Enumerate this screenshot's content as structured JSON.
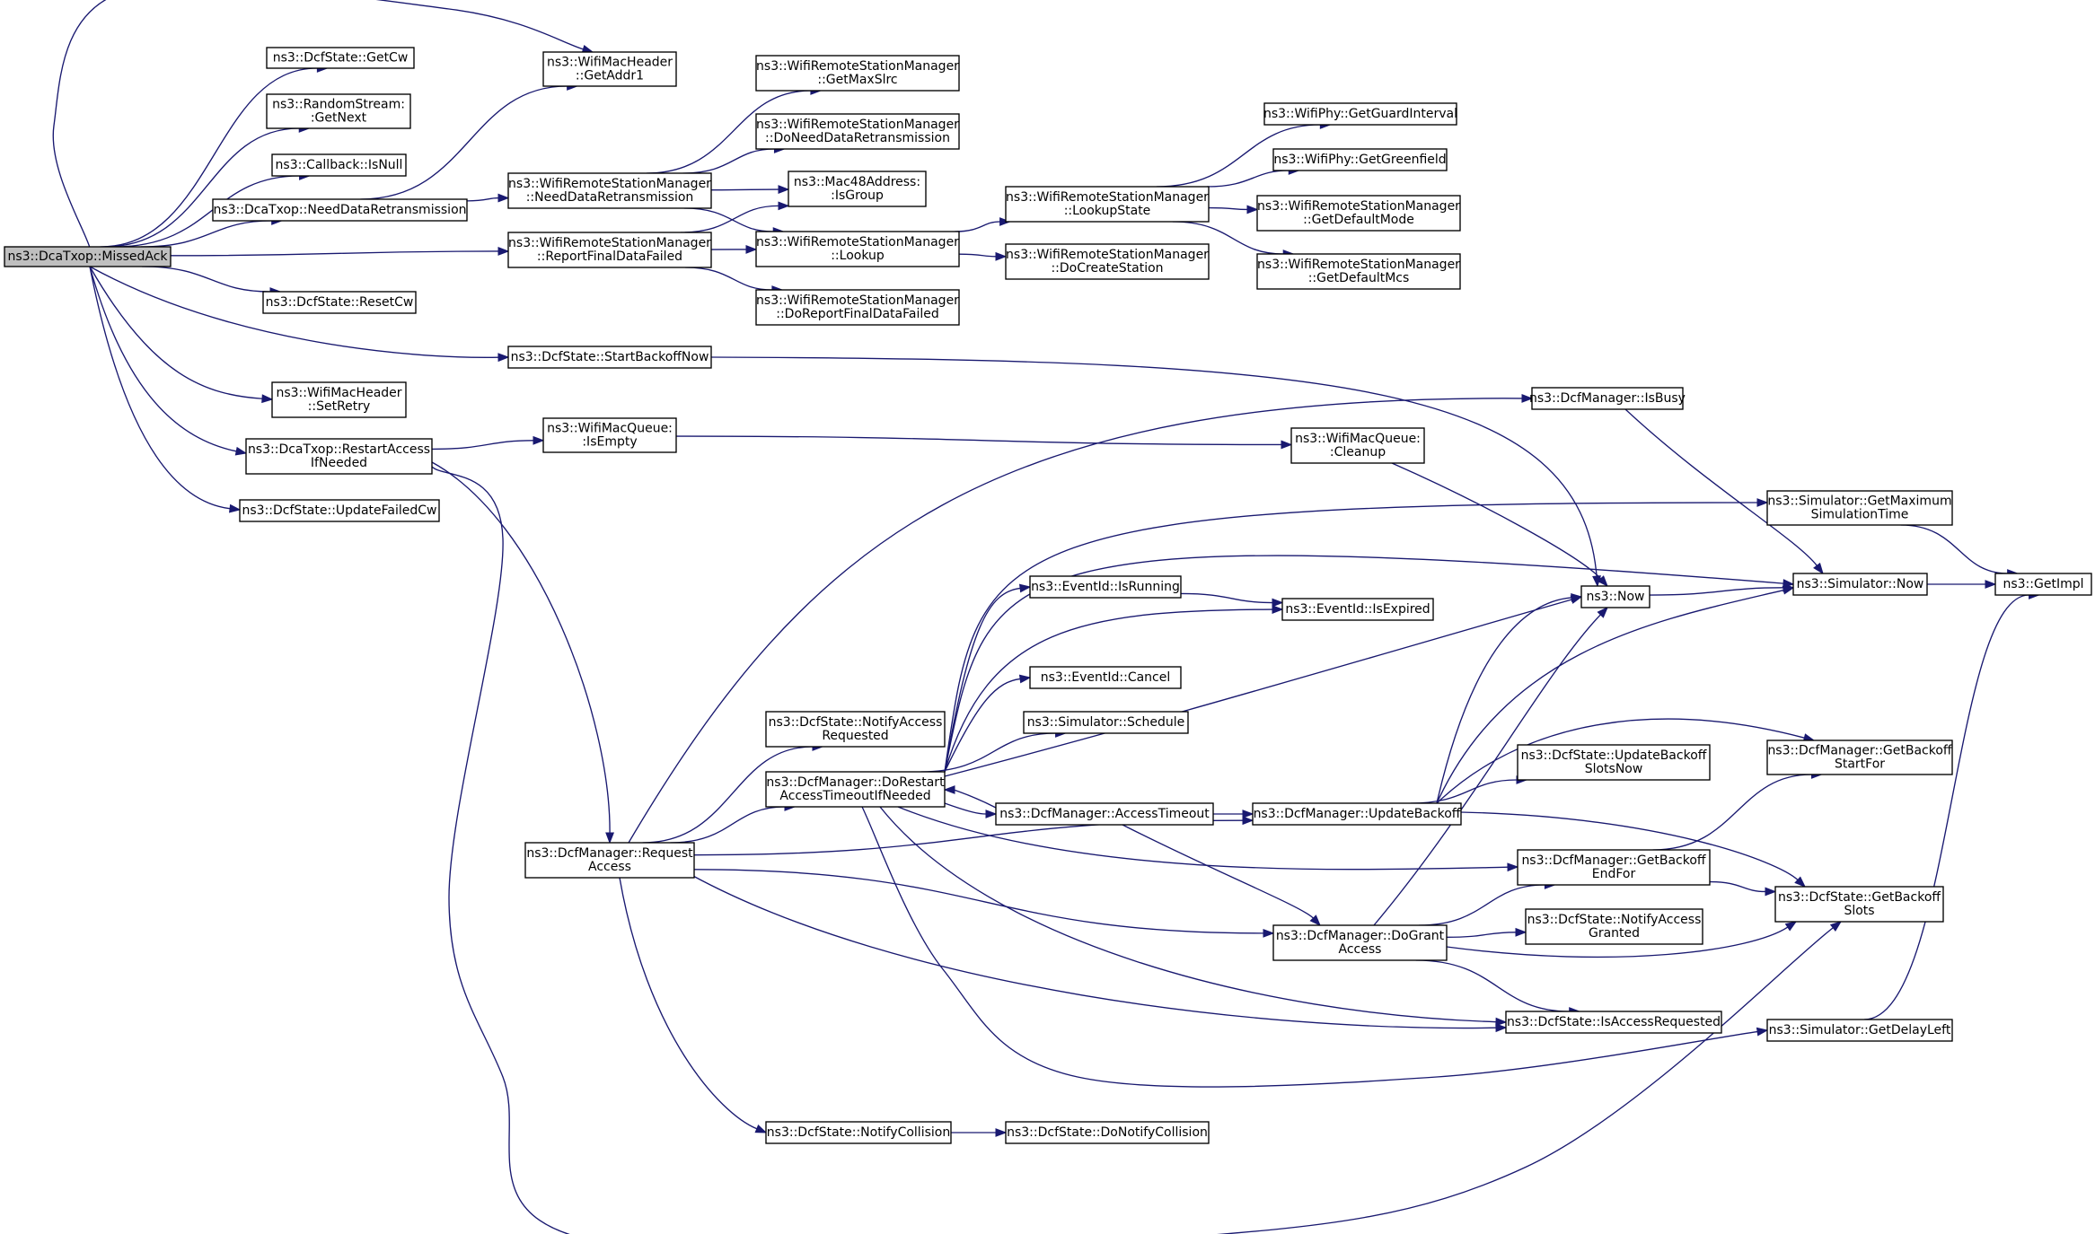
{
  "graph": {
    "nodes": [
      {
        "id": "missedack",
        "lines": [
          "ns3::DcaTxop::MissedAck"
        ],
        "style": "root"
      },
      {
        "id": "getcw",
        "lines": [
          "ns3::DcfState::GetCw"
        ],
        "style": "normal"
      },
      {
        "id": "getaddr1",
        "lines": [
          "ns3::WifiMacHeader",
          "::GetAddr1"
        ],
        "style": "normal"
      },
      {
        "id": "getnext",
        "lines": [
          "ns3::RandomStream:",
          ":GetNext"
        ],
        "style": "normal"
      },
      {
        "id": "isnull",
        "lines": [
          "ns3::Callback::IsNull"
        ],
        "style": "normal"
      },
      {
        "id": "needdataretx",
        "lines": [
          "ns3::DcaTxop::NeedDataRetransmission"
        ],
        "style": "normal"
      },
      {
        "id": "wrsm_needdataretx",
        "lines": [
          "ns3::WifiRemoteStationManager",
          "::NeedDataRetransmission"
        ],
        "style": "normal"
      },
      {
        "id": "reportfinaldatafailed",
        "lines": [
          "ns3::WifiRemoteStationManager",
          "::ReportFinalDataFailed"
        ],
        "style": "normal"
      },
      {
        "id": "getmaxslrc",
        "lines": [
          "ns3::WifiRemoteStationManager",
          "::GetMaxSlrc"
        ],
        "style": "normal"
      },
      {
        "id": "doneeddataretx",
        "lines": [
          "ns3::WifiRemoteStationManager",
          "::DoNeedDataRetransmission"
        ],
        "style": "normal"
      },
      {
        "id": "isgroup",
        "lines": [
          "ns3::Mac48Address:",
          ":IsGroup"
        ],
        "style": "normal"
      },
      {
        "id": "lookup",
        "lines": [
          "ns3::WifiRemoteStationManager",
          "::Lookup"
        ],
        "style": "normal"
      },
      {
        "id": "doreportfinal",
        "lines": [
          "ns3::WifiRemoteStationManager",
          "::DoReportFinalDataFailed"
        ],
        "style": "normal"
      },
      {
        "id": "lookupstate",
        "lines": [
          "ns3::WifiRemoteStationManager",
          "::LookupState"
        ],
        "style": "normal"
      },
      {
        "id": "docreatestation",
        "lines": [
          "ns3::WifiRemoteStationManager",
          "::DoCreateStation"
        ],
        "style": "normal"
      },
      {
        "id": "getguardinterval",
        "lines": [
          "ns3::WifiPhy::GetGuardInterval"
        ],
        "style": "normal"
      },
      {
        "id": "getgreenfield",
        "lines": [
          "ns3::WifiPhy::GetGreenfield"
        ],
        "style": "normal"
      },
      {
        "id": "getdefaultmode",
        "lines": [
          "ns3::WifiRemoteStationManager",
          "::GetDefaultMode"
        ],
        "style": "normal"
      },
      {
        "id": "getdefaultmcs",
        "lines": [
          "ns3::WifiRemoteStationManager",
          "::GetDefaultMcs"
        ],
        "style": "normal"
      },
      {
        "id": "resetcw",
        "lines": [
          "ns3::DcfState::ResetCw"
        ],
        "style": "normal"
      },
      {
        "id": "startbackoffnow",
        "lines": [
          "ns3::DcfState::StartBackoffNow"
        ],
        "style": "normal"
      },
      {
        "id": "setretry",
        "lines": [
          "ns3::WifiMacHeader",
          "::SetRetry"
        ],
        "style": "normal"
      },
      {
        "id": "restartaccess",
        "lines": [
          "ns3::DcaTxop::RestartAccess",
          "IfNeeded"
        ],
        "style": "normal"
      },
      {
        "id": "updatefailedcw",
        "lines": [
          "ns3::DcfState::UpdateFailedCw"
        ],
        "style": "normal"
      },
      {
        "id": "isempty",
        "lines": [
          "ns3::WifiMacQueue:",
          ":IsEmpty"
        ],
        "style": "normal"
      },
      {
        "id": "cleanup",
        "lines": [
          "ns3::WifiMacQueue:",
          ":Cleanup"
        ],
        "style": "normal"
      },
      {
        "id": "isbusy",
        "lines": [
          "ns3::DcfManager::IsBusy"
        ],
        "style": "normal"
      },
      {
        "id": "getmaxsimtime",
        "lines": [
          "ns3::Simulator::GetMaximum",
          "SimulationTime"
        ],
        "style": "truncated"
      },
      {
        "id": "now",
        "lines": [
          "ns3::Now"
        ],
        "style": "normal"
      },
      {
        "id": "simnow",
        "lines": [
          "ns3::Simulator::Now"
        ],
        "style": "truncated"
      },
      {
        "id": "getimpl",
        "lines": [
          "ns3::GetImpl"
        ],
        "style": "truncated"
      },
      {
        "id": "isrunning",
        "lines": [
          "ns3::EventId::IsRunning"
        ],
        "style": "normal"
      },
      {
        "id": "isexpired",
        "lines": [
          "ns3::EventId::IsExpired"
        ],
        "style": "normal"
      },
      {
        "id": "cancel",
        "lines": [
          "ns3::EventId::Cancel"
        ],
        "style": "normal"
      },
      {
        "id": "schedule",
        "lines": [
          "ns3::Simulator::Schedule"
        ],
        "style": "truncated"
      },
      {
        "id": "notifyaccessrequested",
        "lines": [
          "ns3::DcfState::NotifyAccess",
          "Requested"
        ],
        "style": "normal"
      },
      {
        "id": "dorestart",
        "lines": [
          "ns3::DcfManager::DoRestart",
          "AccessTimeoutIfNeeded"
        ],
        "style": "normal"
      },
      {
        "id": "accesstimeout",
        "lines": [
          "ns3::DcfManager::AccessTimeout"
        ],
        "style": "normal"
      },
      {
        "id": "updatebackoff",
        "lines": [
          "ns3::DcfManager::UpdateBackoff"
        ],
        "style": "normal"
      },
      {
        "id": "updatebackoffslotsnow",
        "lines": [
          "ns3::DcfState::UpdateBackoff",
          "SlotsNow"
        ],
        "style": "normal"
      },
      {
        "id": "getbackoffstartfor",
        "lines": [
          "ns3::DcfManager::GetBackoff",
          "StartFor"
        ],
        "style": "truncated"
      },
      {
        "id": "requestaccess",
        "lines": [
          "ns3::DcfManager::Request",
          "Access"
        ],
        "style": "normal"
      },
      {
        "id": "getbackoffendfor",
        "lines": [
          "ns3::DcfManager::GetBackoff",
          "EndFor"
        ],
        "style": "normal"
      },
      {
        "id": "getbackoffslots",
        "lines": [
          "ns3::DcfState::GetBackoff",
          "Slots"
        ],
        "style": "normal"
      },
      {
        "id": "dogrant",
        "lines": [
          "ns3::DcfManager::DoGrant",
          "Access"
        ],
        "style": "normal"
      },
      {
        "id": "notifyaccessgranted",
        "lines": [
          "ns3::DcfState::NotifyAccess",
          "Granted"
        ],
        "style": "truncated"
      },
      {
        "id": "isaccessrequested",
        "lines": [
          "ns3::DcfState::IsAccessRequested"
        ],
        "style": "normal"
      },
      {
        "id": "getdelayleft",
        "lines": [
          "ns3::Simulator::GetDelayLeft"
        ],
        "style": "truncated"
      },
      {
        "id": "notifycollision",
        "lines": [
          "ns3::DcfState::NotifyCollision"
        ],
        "style": "normal"
      },
      {
        "id": "donotifycollision",
        "lines": [
          "ns3::DcfState::DoNotifyCollision"
        ],
        "style": "normal"
      }
    ],
    "edges": [
      [
        "missedack",
        "getcw"
      ],
      [
        "missedack",
        "getaddr1"
      ],
      [
        "missedack",
        "getnext"
      ],
      [
        "missedack",
        "isnull"
      ],
      [
        "missedack",
        "needdataretx"
      ],
      [
        "missedack",
        "reportfinaldatafailed"
      ],
      [
        "missedack",
        "resetcw"
      ],
      [
        "missedack",
        "startbackoffnow"
      ],
      [
        "missedack",
        "setretry"
      ],
      [
        "missedack",
        "restartaccess"
      ],
      [
        "missedack",
        "updatefailedcw"
      ],
      [
        "needdataretx",
        "getaddr1"
      ],
      [
        "needdataretx",
        "wrsm_needdataretx"
      ],
      [
        "wrsm_needdataretx",
        "getmaxslrc"
      ],
      [
        "wrsm_needdataretx",
        "doneeddataretx"
      ],
      [
        "wrsm_needdataretx",
        "isgroup"
      ],
      [
        "wrsm_needdataretx",
        "lookup"
      ],
      [
        "reportfinaldatafailed",
        "isgroup"
      ],
      [
        "reportfinaldatafailed",
        "lookup"
      ],
      [
        "reportfinaldatafailed",
        "doreportfinal"
      ],
      [
        "lookup",
        "lookupstate"
      ],
      [
        "lookup",
        "docreatestation"
      ],
      [
        "lookupstate",
        "getguardinterval"
      ],
      [
        "lookupstate",
        "getgreenfield"
      ],
      [
        "lookupstate",
        "getdefaultmode"
      ],
      [
        "lookupstate",
        "getdefaultmcs"
      ],
      [
        "startbackoffnow",
        "now"
      ],
      [
        "restartaccess",
        "isempty"
      ],
      [
        "restartaccess",
        "requestaccess"
      ],
      [
        "restartaccess",
        "getbackoffslots"
      ],
      [
        "isempty",
        "cleanup"
      ],
      [
        "cleanup",
        "now"
      ],
      [
        "isbusy",
        "simnow"
      ],
      [
        "getmaxsimtime",
        "getimpl"
      ],
      [
        "now",
        "simnow"
      ],
      [
        "simnow",
        "getimpl"
      ],
      [
        "getdelayleft",
        "getimpl"
      ],
      [
        "isrunning",
        "isexpired"
      ],
      [
        "dorestart",
        "getmaxsimtime"
      ],
      [
        "dorestart",
        "simnow"
      ],
      [
        "dorestart",
        "isrunning"
      ],
      [
        "dorestart",
        "isexpired"
      ],
      [
        "dorestart",
        "cancel"
      ],
      [
        "dorestart",
        "schedule"
      ],
      [
        "dorestart",
        "now"
      ],
      [
        "dorestart",
        "accesstimeout"
      ],
      [
        "dorestart",
        "getbackoffendfor"
      ],
      [
        "dorestart",
        "isaccessrequested"
      ],
      [
        "dorestart",
        "getdelayleft"
      ],
      [
        "accesstimeout",
        "dorestart"
      ],
      [
        "accesstimeout",
        "updatebackoff"
      ],
      [
        "accesstimeout",
        "dogrant"
      ],
      [
        "updatebackoff",
        "now"
      ],
      [
        "updatebackoff",
        "simnow"
      ],
      [
        "updatebackoff",
        "updatebackoffslotsnow"
      ],
      [
        "updatebackoff",
        "getbackoffstartfor"
      ],
      [
        "updatebackoff",
        "getbackoffslots"
      ],
      [
        "getbackoffendfor",
        "getbackoffstartfor"
      ],
      [
        "getbackoffendfor",
        "getbackoffslots"
      ],
      [
        "requestaccess",
        "isbusy"
      ],
      [
        "requestaccess",
        "notifyaccessrequested"
      ],
      [
        "requestaccess",
        "dorestart"
      ],
      [
        "requestaccess",
        "updatebackoff"
      ],
      [
        "requestaccess",
        "dogrant"
      ],
      [
        "requestaccess",
        "isaccessrequested"
      ],
      [
        "requestaccess",
        "notifycollision"
      ],
      [
        "dogrant",
        "now"
      ],
      [
        "dogrant",
        "getbackoffendfor"
      ],
      [
        "dogrant",
        "notifyaccessgranted"
      ],
      [
        "dogrant",
        "getbackoffslots"
      ],
      [
        "dogrant",
        "isaccessrequested"
      ],
      [
        "notifycollision",
        "donotifycollision"
      ]
    ]
  },
  "colors": {
    "edge": "#191970",
    "node_border": "#000000",
    "truncated_border": "#ff0000",
    "root_fill": "#bfbfbf",
    "node_fill": "#ffffff"
  }
}
